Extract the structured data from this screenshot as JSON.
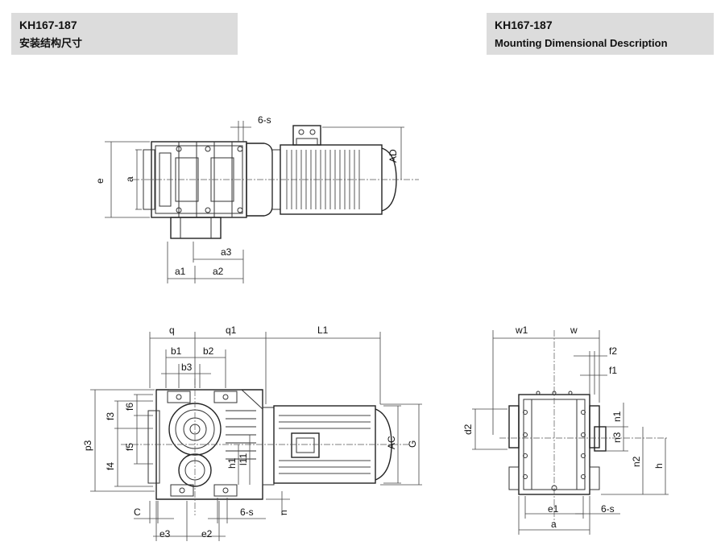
{
  "header_left": {
    "model": "KH167-187",
    "subtitle": "安装结构尺寸"
  },
  "header_right": {
    "model": "KH167-187",
    "subtitle": "Mounting Dimensional Description"
  },
  "labels": {
    "six_s": "6-s",
    "AD": "AD",
    "e": "e",
    "a": "a",
    "a1": "a1",
    "a2": "a2",
    "a3": "a3",
    "q": "q",
    "q1": "q1",
    "L1": "L1",
    "b1": "b1",
    "b2": "b2",
    "b3": "b3",
    "f3": "f3",
    "f4": "f4",
    "f5": "f5",
    "f6": "f6",
    "p3": "p3",
    "h1": "h1",
    "l11": "l11",
    "AC": "AC",
    "G": "G",
    "C": "C",
    "n": "n",
    "e2": "e2",
    "e3": "e3",
    "w1": "w1",
    "w": "w",
    "f1": "f1",
    "f2": "f2",
    "d2": "d2",
    "n1": "n1",
    "n2": "n2",
    "n3": "n3",
    "h": "h",
    "e1": "e1"
  }
}
